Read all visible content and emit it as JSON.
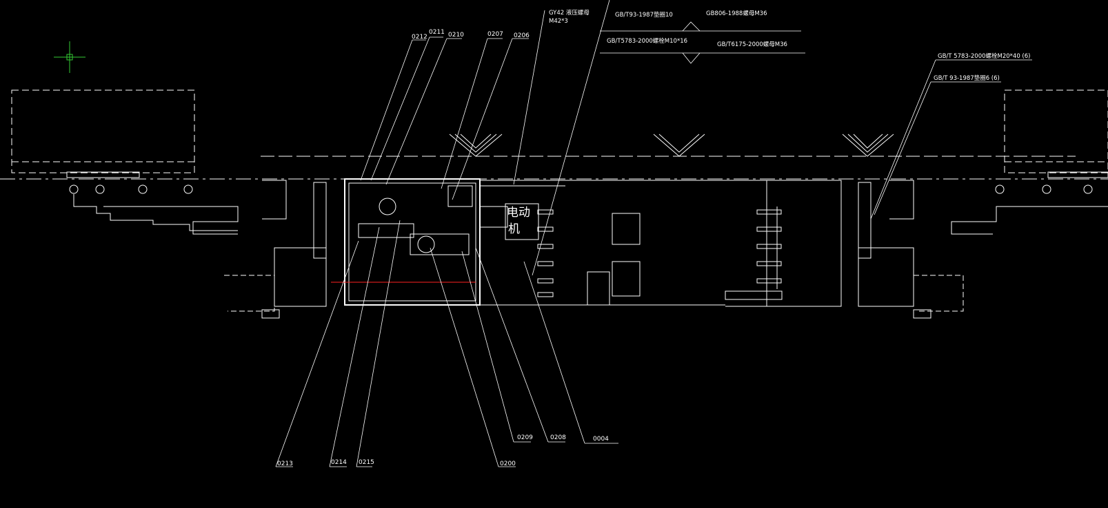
{
  "drawing": {
    "part_numbers": {
      "p0212": "0212",
      "p0211": "0211",
      "p0210": "0210",
      "p0207": "0207",
      "p0206": "0206",
      "p0209": "0209",
      "p0208": "0208",
      "p0004": "0004",
      "p0213": "0213",
      "p0214": "0214",
      "p0215": "0215",
      "p0200": "0200"
    },
    "notes": {
      "hydraulic_nut": "GY42 液压螺母",
      "hydraulic_nut_size": "M42*3",
      "washer_10": "GB/T93-1987垫圈10",
      "nut_gb806": "GB806-1988螺母M36",
      "bolt_m10": "GB/T5783-2000螺栓M10*16",
      "nut_gb6175": "GB/T6175-2000螺母M36",
      "bolt_m20": "GB/T 5783-2000螺栓M20*40 (6)",
      "washer_6": "GB/T 93-1987垫圈6 (6)"
    },
    "motor_label_1": "电动",
    "motor_label_2": "机"
  }
}
